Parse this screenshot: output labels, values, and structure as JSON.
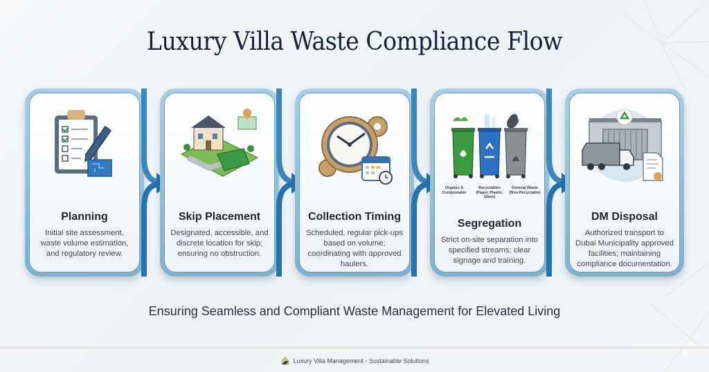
{
  "title": "Luxury Villa Waste Compliance Flow",
  "steps": [
    {
      "title": "Planning",
      "description": "Initial site assessment, waste volume estimation, and regulatory review.",
      "icon": "clipboard-checklist-icon"
    },
    {
      "title": "Skip Placement",
      "description": "Designated, accessible, and discrete location for skip; ensuring no obstruction.",
      "icon": "villa-skip-icon"
    },
    {
      "title": "Collection Timing",
      "description": "Scheduled, regular pick-ups based on volume; coordinating with approved haulers.",
      "icon": "clock-gears-calendar-icon"
    },
    {
      "title": "Segregation",
      "description": "Strict on-site separation into specified streams; clear signage and training.",
      "icon": "waste-bins-icon",
      "bins": [
        {
          "label": "Organic & Compostable",
          "color": "#3a9a3e"
        },
        {
          "label": "Recyclables (Paper, Plastic, Glass)",
          "color": "#2b72c4"
        },
        {
          "label": "General Waste (Non-Recyclable)",
          "color": "#8a8f94"
        }
      ]
    },
    {
      "title": "DM Disposal",
      "description": "Authorized transport to Dubai Municipality approved facilities; maintaining compliance documentation.",
      "icon": "truck-facility-certificate-icon"
    }
  ],
  "subtitle": "Ensuring Seamless and Compliant Waste Management for Elevated Living",
  "footer": {
    "text": "Luxury Villa Management - Sustainable Solutions",
    "icon": "leaf-house-logo-icon"
  },
  "colors": {
    "card_border": "#7fb0d0",
    "arrow": "#1f6fa8",
    "title": "#14213a"
  }
}
